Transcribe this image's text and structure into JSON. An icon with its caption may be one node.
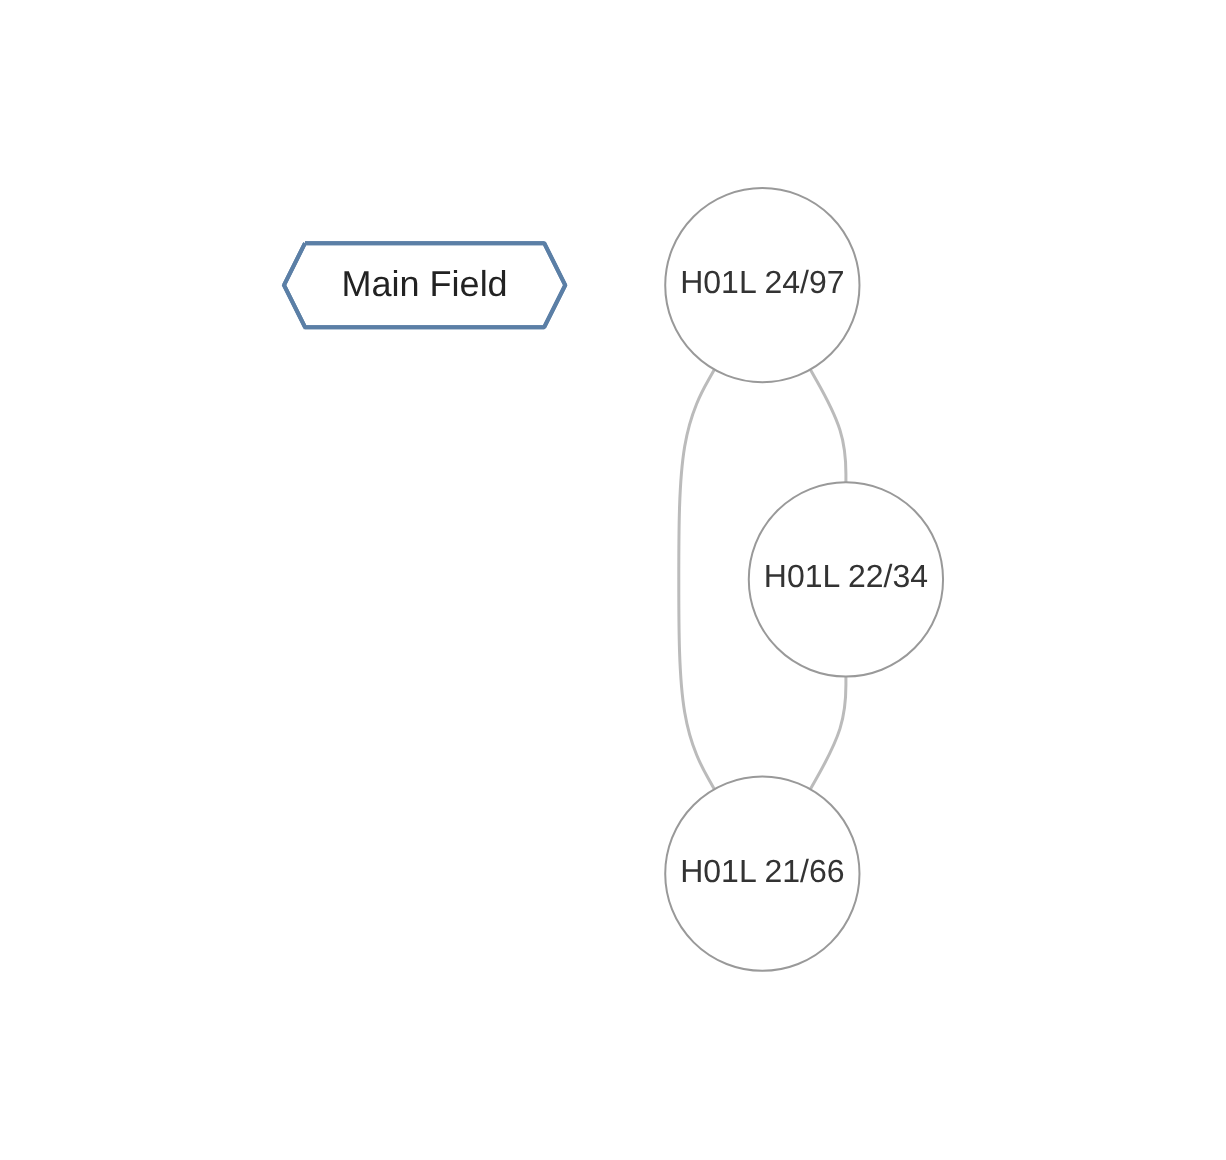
{
  "diagram": {
    "nodes": [
      {
        "text": [
          "Main Field"
        ]
      },
      {
        "text": [
          "H01L 24/97"
        ]
      },
      {
        "text": [
          "H01L 22/34"
        ]
      },
      {
        "text": [
          "H01L 21/66"
        ]
      }
    ],
    "edges": [
      {
        "from": 1,
        "to": 2,
        "arrow": "none"
      },
      {
        "from": 1,
        "to": 3,
        "arrow": "none"
      },
      {
        "from": 2,
        "to": 3,
        "arrow": "none"
      }
    ]
  }
}
